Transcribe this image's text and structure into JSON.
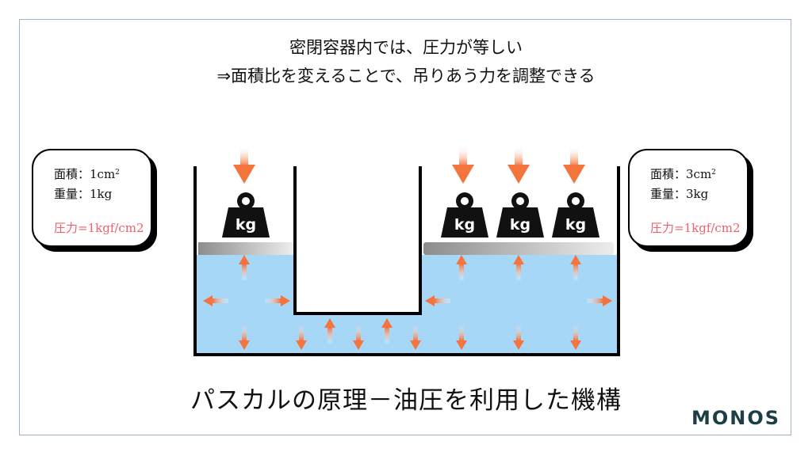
{
  "heading": {
    "line1": "密閉容器内では、圧力が等しい",
    "line2": "⇒面積比を変えることで、吊りあう力を調整できる"
  },
  "left_card": {
    "area_label": "面積：1cm",
    "area_sup": "2",
    "weight": "重量：1kg",
    "pressure": "圧力=1kgf/cm2"
  },
  "right_card": {
    "area_label": "面積：3cm",
    "area_sup": "2",
    "weight": "重量：3kg",
    "pressure": "圧力=1kgf/cm2"
  },
  "weight_label": "kg",
  "caption": "パスカルの原理－油圧を利用した機構",
  "logo": "MONOS",
  "colors": {
    "fluid": "#a7d7f7",
    "arrow": "#f4743d",
    "container": "#000000",
    "piston": "#9a9a9a",
    "pressure_text": "#f0606a",
    "frame": "#9bb3cf",
    "logo": "#1c3e44"
  }
}
